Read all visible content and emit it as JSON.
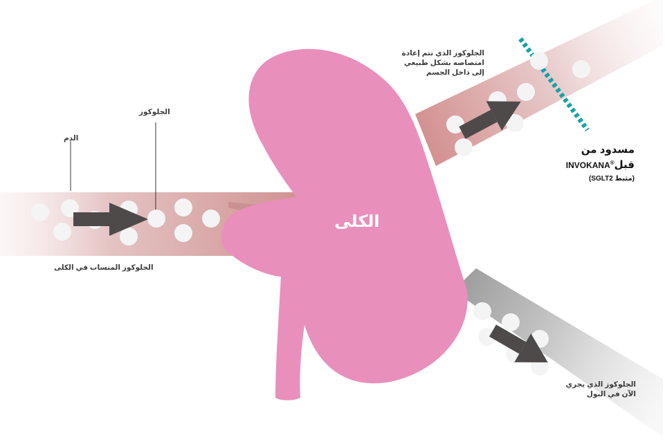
{
  "labels": {
    "blood": "الدم",
    "glucose": "الجلوكوز",
    "filtered_glucose": "الجلوكوز المنساب في الكلى",
    "kidney": "الكلى",
    "reabsorbed": [
      "الجلوكوز الذي تتم إعادة",
      "امتصاصه بشكل طبيعي",
      "إلى داخل الجسم"
    ],
    "urine": [
      "الجلوكوز الذي يجري",
      "الآن في البول"
    ],
    "blocked_line1": "مسدود من",
    "blocked_line2_prefix": "قبل",
    "blocked_brand": "INVOKANA",
    "blocked_reg": "®",
    "blocked_line3": "(مثبط SGLT2)"
  },
  "colors": {
    "kidney": "#e98fbc",
    "blood_vessel": "#d9a2a2",
    "urine_channel": "#bdbdbd",
    "arrow": "#4e4a4a",
    "glucose_dot": "#f4f4f4",
    "block_line": "#12a3a8",
    "text": "#3a3a3a"
  },
  "icons": {
    "glucose": "white-circle",
    "flow": "right-arrow",
    "blocker": "dotted-line"
  }
}
